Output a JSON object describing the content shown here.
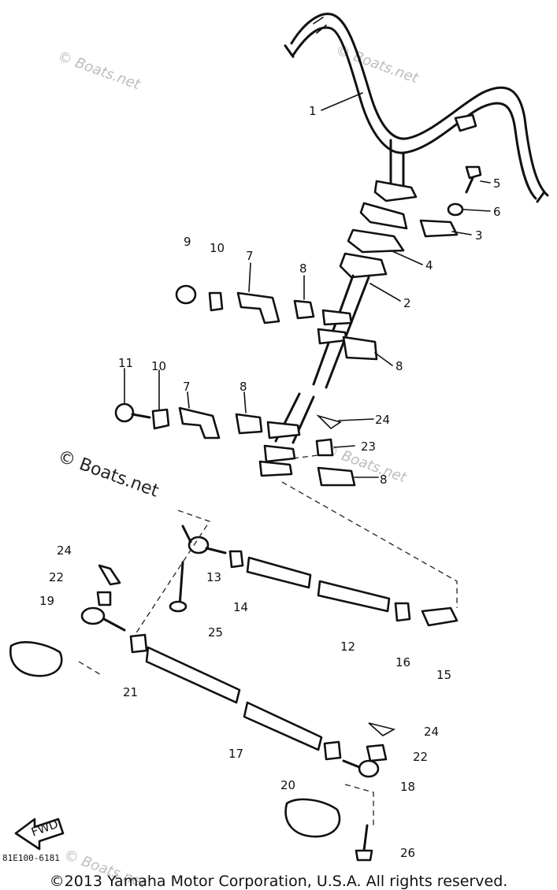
{
  "watermark": "© Boats.net",
  "callouts": [
    "1",
    "2",
    "3",
    "4",
    "5",
    "6",
    "7",
    "8",
    "9",
    "10",
    "11",
    "12",
    "13",
    "14",
    "15",
    "16",
    "17",
    "18",
    "19",
    "20",
    "21",
    "22",
    "23",
    "24",
    "25",
    "26"
  ],
  "fwd_label": "FWD",
  "diagram_code": "81E100-6181",
  "copyright": "©2013 Yamaha Motor Corporation, U.S.A. All rights reserved."
}
